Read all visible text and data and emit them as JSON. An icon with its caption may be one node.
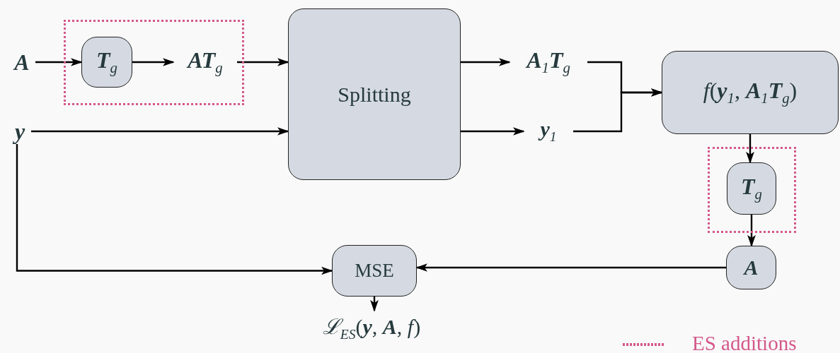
{
  "diagram": {
    "nodes": [
      {
        "text": [
          "A"
        ]
      },
      {
        "text": [],
        "shape": "box"
      },
      {
        "text": [
          "**T**$_{g}$"
        ],
        "in": 1
      },
      {
        "text": [
          "**AT**$_{g}$"
        ],
        "in": 1
      },
      {
        "text": [
          "y"
        ]
      },
      {
        "text": [
          "Splitting"
        ]
      },
      {
        "text": [
          "**A**$_{1}$**T**$_{g}$"
        ]
      },
      {
        "text": [
          "**y**$_{1}$"
        ]
      },
      {
        "text": [
          "*f*(**y**$_{1}$, **A**$_{1}$**T**$_{g}$)"
        ]
      },
      {
        "text": [],
        "shape": "box"
      },
      {
        "text": [
          "**T**$_{g}$"
        ],
        "in": 9
      },
      {
        "text": [
          "A"
        ]
      },
      {
        "text": [
          "MSE"
        ]
      },
      {
        "text": [
          "*ℒ*$_{ES}$(**y**, **A**, *f*)"
        ]
      }
    ],
    "edges": [
      {
        "from": 0,
        "to": 2,
        "arrow": "to"
      },
      {
        "from": 2,
        "to": 3,
        "arrow": "to"
      },
      {
        "from": 3,
        "to": 5,
        "arrow": "to"
      },
      {
        "from": 4,
        "to": 5,
        "arrow": "to"
      },
      {
        "from": 5,
        "to": 6,
        "arrow": "to"
      },
      {
        "from": 5,
        "to": 7,
        "arrow": "to"
      },
      {
        "from": 6,
        "to": 8,
        "arrow": "to"
      },
      {
        "from": 7,
        "to": 8,
        "arrow": "to"
      },
      {
        "from": 8,
        "to": 10,
        "arrow": "to"
      },
      {
        "from": 10,
        "to": 11,
        "arrow": "to"
      },
      {
        "from": 4,
        "to": 12,
        "arrow": "to"
      },
      {
        "from": 11,
        "to": 12,
        "arrow": "to"
      },
      {
        "from": 12,
        "to": 13,
        "arrow": "to"
      }
    ],
    "legend": [
      {
        "text": "ES additions"
      }
    ]
  }
}
